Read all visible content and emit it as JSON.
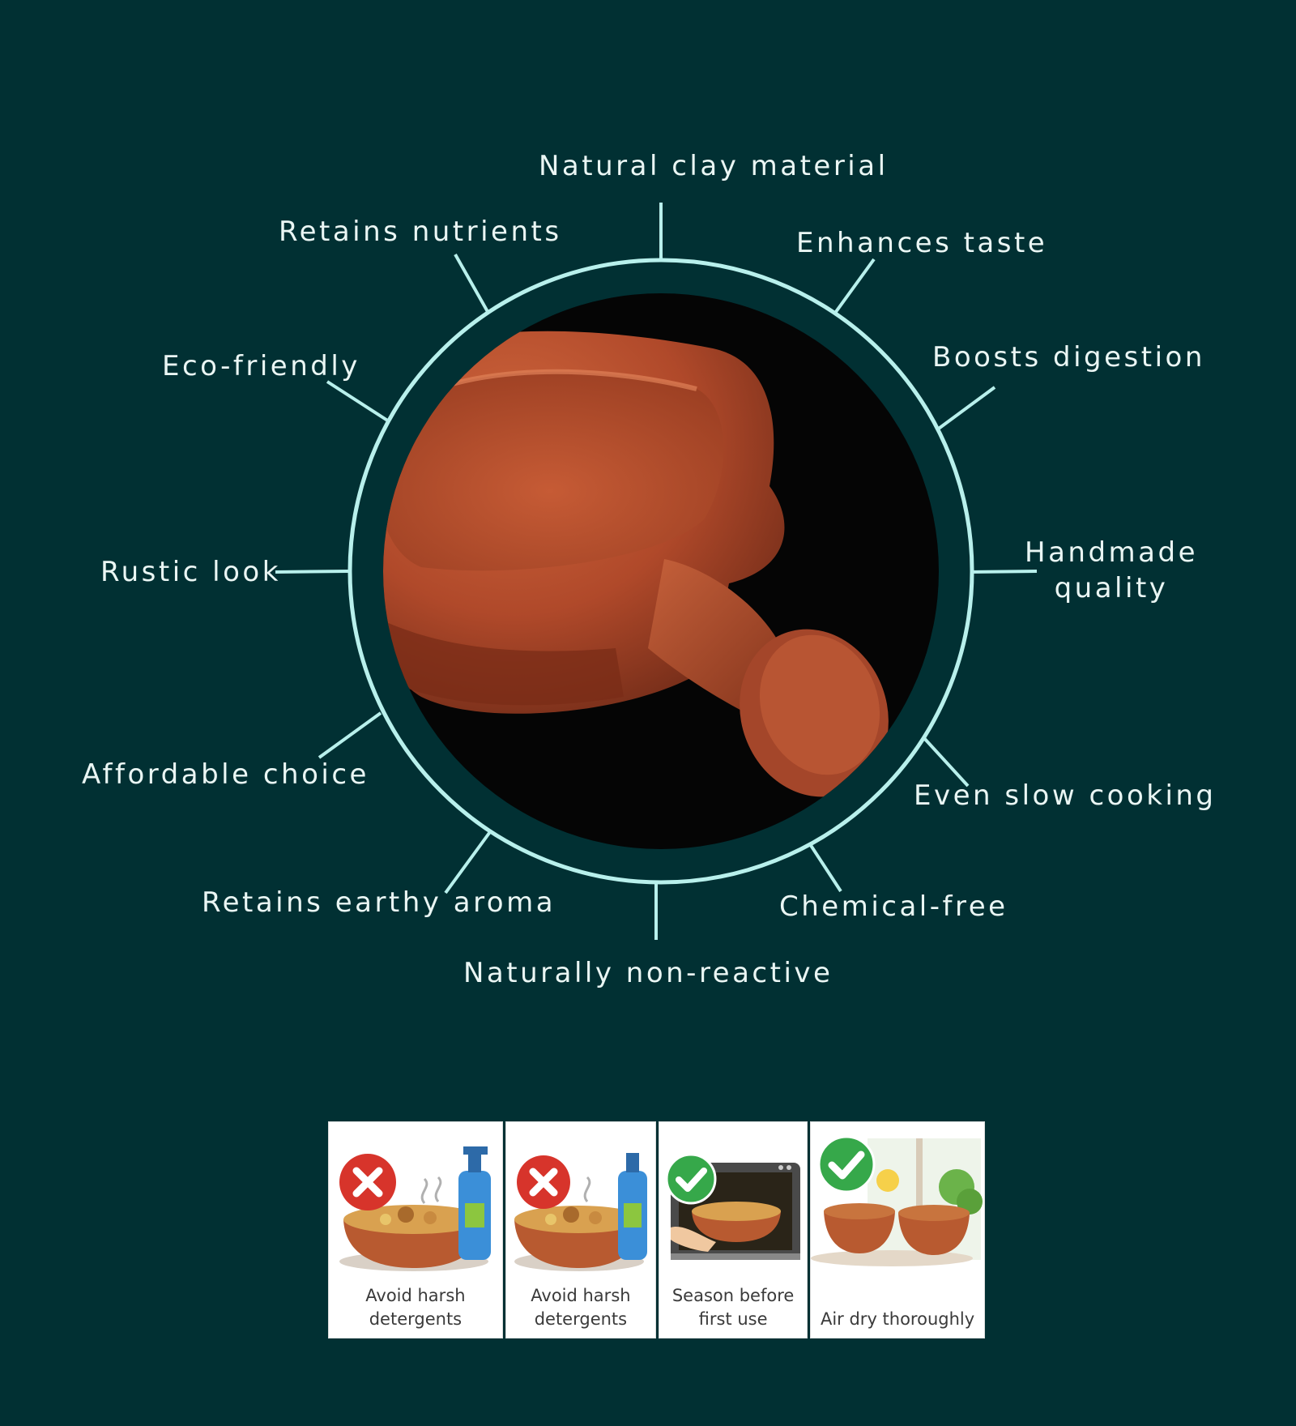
{
  "features": {
    "natural_clay": "Natural clay material",
    "retains_nutrients": "Retains nutrients",
    "enhances_taste": "Enhances taste",
    "eco_friendly": "Eco-friendly",
    "boosts_digestion": "Boosts digestion",
    "rustic_look": "Rustic look",
    "handmade_quality": "Handmade quality",
    "affordable_choice": "Affordable choice",
    "even_slow_cooking": "Even slow cooking",
    "earthy_aroma": "Retains earthy aroma",
    "chemical_free": "Chemical-free",
    "non_reactive": "Naturally non-reactive"
  },
  "care": [
    {
      "caption": "Avoid harsh detergents",
      "status": "avoid",
      "icon": "cross-icon"
    },
    {
      "caption": "Avoid harsh detergents",
      "status": "avoid",
      "icon": "cross-icon"
    },
    {
      "caption": "Season before first use",
      "status": "do",
      "icon": "check-icon"
    },
    {
      "caption": "Air dry thoroughly",
      "status": "do",
      "icon": "check-icon"
    }
  ],
  "colors": {
    "background": "#013033",
    "ring": "#b8f0ec",
    "clay": "#b8502e",
    "avoid": "#d7342b",
    "do": "#36a84a"
  }
}
